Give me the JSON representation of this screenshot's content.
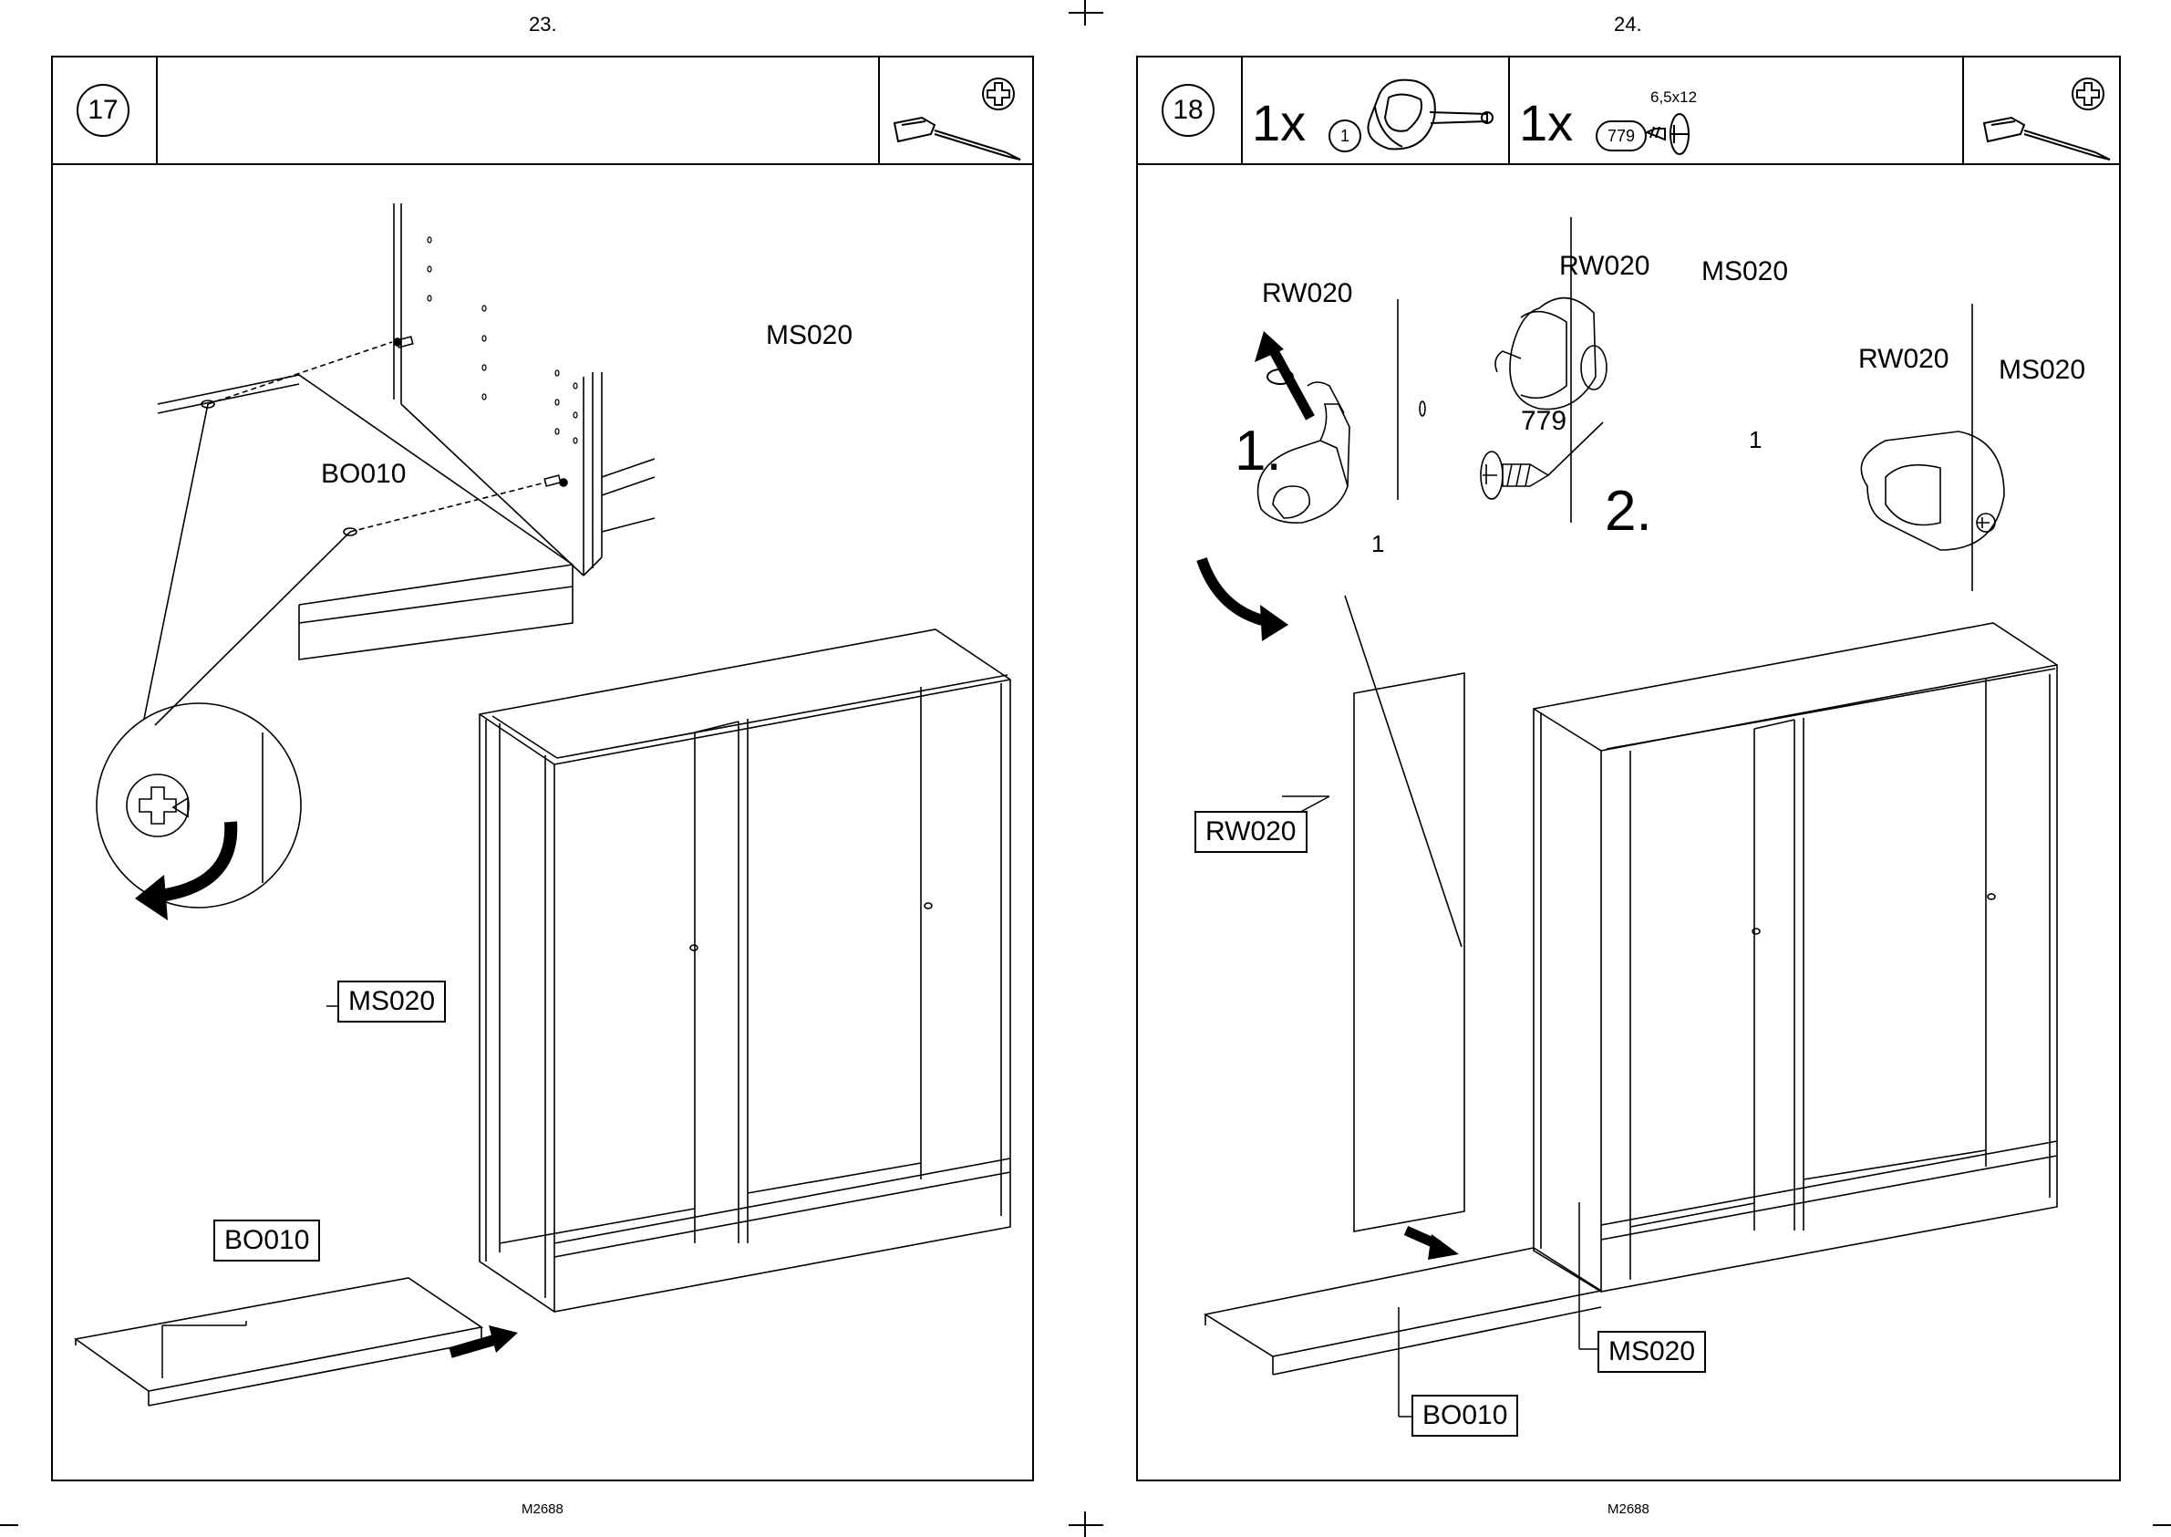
{
  "left_page": {
    "page_number": "23.",
    "doc_id": "M2688",
    "step": "17",
    "labels": {
      "ms020_top": "MS020",
      "bo010_top": "BO010",
      "ms020_box": "MS020",
      "bo010_box": "BO010"
    }
  },
  "right_page": {
    "page_number": "24.",
    "doc_id": "M2688",
    "step": "18",
    "parts": [
      {
        "qty": "1x",
        "part_no": "1"
      },
      {
        "qty": "1x",
        "part_no": "779",
        "size": "6,5x12"
      }
    ],
    "labels": {
      "rw020_a": "RW020",
      "rw020_b": "RW020",
      "ms020_b": "MS020",
      "screw_no": "779",
      "step1": "1.",
      "step2": "2.",
      "part1_a": "1",
      "part1_b": "1",
      "rw020_c": "RW020",
      "ms020_c": "MS020",
      "rw020_box": "RW020",
      "ms020_box": "MS020",
      "bo010_box": "BO010"
    }
  },
  "icons": [
    "screwdriver-icon",
    "phillips-head-icon",
    "cam-fitting-icon",
    "screw-icon",
    "rotate-arrow-icon",
    "push-arrow-icon"
  ]
}
